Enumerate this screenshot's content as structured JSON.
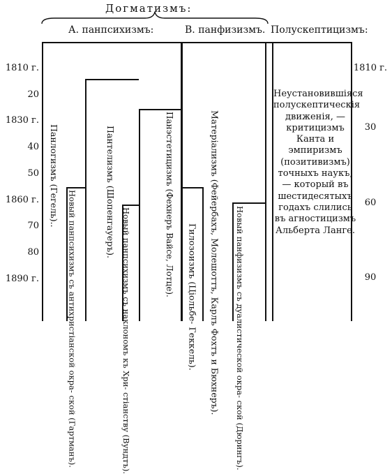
{
  "header": {
    "title": "Догматизмъ:",
    "group_a": "А. панпсихизмъ:",
    "group_b": "В. панфизизмъ.",
    "group_c": "Полускептицизмъ:"
  },
  "years_left": [
    "1810 г.",
    "20",
    "1830 г.",
    "40",
    "50",
    "1860 г.",
    "70",
    "80",
    "1890 г."
  ],
  "years_right": [
    "1810 г.",
    "30",
    "60",
    "90"
  ],
  "columns": {
    "panlogism": "Панлогизмъ (Гегель)..",
    "pantelism": "Пантелизмъ (Шопенгауеръ).",
    "new_panpsychism_antichristian": [
      "Новый панпсихизмъ съ",
      "антихристіанской окра-",
      "ской (Гартманъ)."
    ],
    "new_panpsychism_christian": [
      "Новый панпсихизмъ",
      "съ наклономъ къ Хри-",
      "стіанству (Вундтъ)."
    ],
    "panaestheticism": "Панэстетицизмъ (Фехнеръ Вайсе, Лотце).",
    "materialism_b": [
      "Матеріализмъ",
      "(Фейербахъ,",
      "Молешоттъ,",
      "Карлъ Фохтъ",
      "и Бюхнеръ)."
    ],
    "hylozoism": [
      "Гилозоизмъ (Ціольбе-",
      "Геккель)."
    ],
    "new_panphysism": [
      "Новый панфизизмъ съ",
      "дуалистической окра-",
      "ской (Дюрингъ)."
    ]
  },
  "semi_skepticism_text": "Неустановившіяся полускептическія движенія, — критицизмъ Канта и эмпиризмъ (позитивизмъ) точныхъ наукъ, — который въ шестидесятыхъ годахъ слились въ агностицизмъ Альберта Ланге."
}
